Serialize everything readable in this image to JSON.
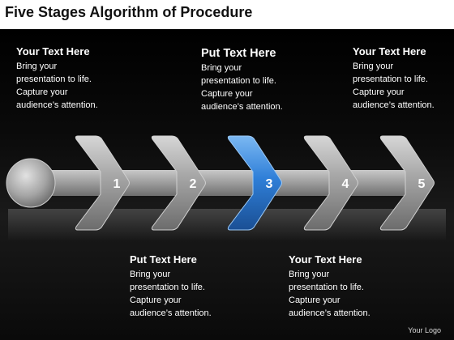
{
  "title": "Five Stages Algorithm of Procedure",
  "stages": [
    "1",
    "2",
    "3",
    "4",
    "5"
  ],
  "highlight_stage": "3",
  "colors": {
    "arrow_gray": "#9a9a9a",
    "arrow_highlight": "#2f7fd8",
    "circle": "#a8a8a8"
  },
  "text_blocks": [
    {
      "heading": "Your Text Here",
      "body": "Bring your presentation to life. Capture your audience’s attention."
    },
    {
      "heading": "Put Text Here",
      "body": "Bring your presentation to life. Capture your audience’s attention."
    },
    {
      "heading": "Your Text Here",
      "body": "Bring your presentation to life. Capture your audience’s attention."
    },
    {
      "heading": "Put Text Here",
      "body": "Bring your presentation to life. Capture your audience’s attention."
    },
    {
      "heading": "Your Text Here",
      "body": "Bring your presentation to life. Capture your audience’s attention."
    }
  ],
  "logo": "Your Logo"
}
